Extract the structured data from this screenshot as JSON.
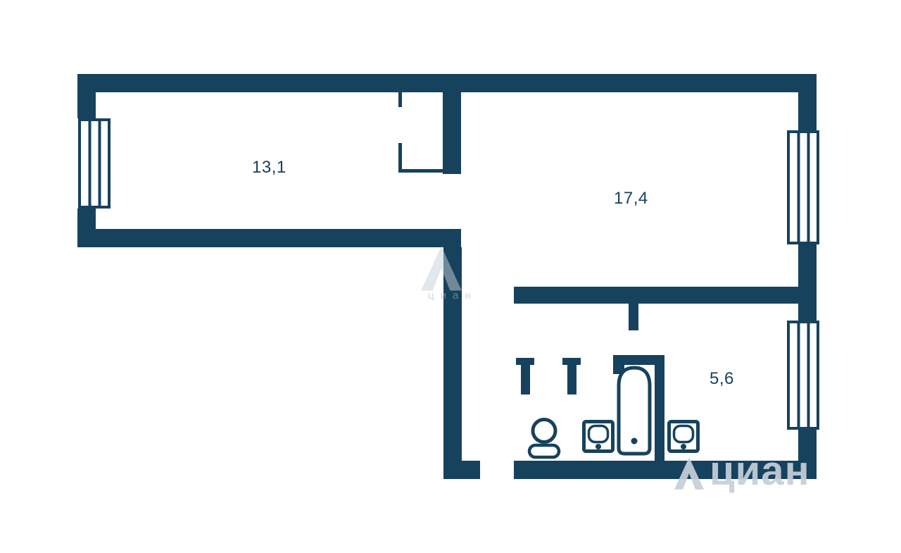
{
  "title": "apartment-floor-plan",
  "colors": {
    "wall": "#17425d",
    "background": "#ffffff",
    "watermark": "#c6d0da",
    "watermark_faint": "#a9b8c6"
  },
  "rooms": [
    {
      "id": "room-13-1",
      "area_label": "13,1"
    },
    {
      "id": "room-17-4",
      "area_label": "17,4"
    },
    {
      "id": "room-5-6",
      "area_label": "5,6"
    }
  ],
  "fixtures": [
    "toilet",
    "sink",
    "bathtub",
    "sink"
  ],
  "windows": [
    "window-left",
    "window-right-upper",
    "window-right-lower"
  ],
  "watermark": {
    "brand": "циан",
    "brand_small": "циан"
  }
}
